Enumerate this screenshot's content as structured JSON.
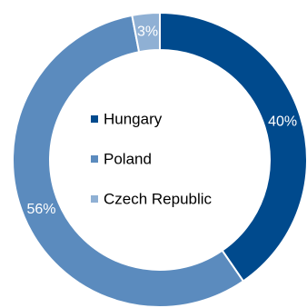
{
  "chart_data": {
    "type": "pie",
    "categories": [
      "Hungary",
      "Poland",
      "Czech Republic"
    ],
    "values": [
      40,
      56,
      3
    ],
    "value_labels": [
      "40%",
      "56%",
      "3%"
    ],
    "colors": [
      "#004A8D",
      "#5B8BBE",
      "#8FB0D4"
    ],
    "donut": true,
    "start": "top, clockwise",
    "legend": {
      "placement": "center",
      "entries": [
        "Hungary",
        "Poland",
        "Czech Republic"
      ]
    }
  }
}
